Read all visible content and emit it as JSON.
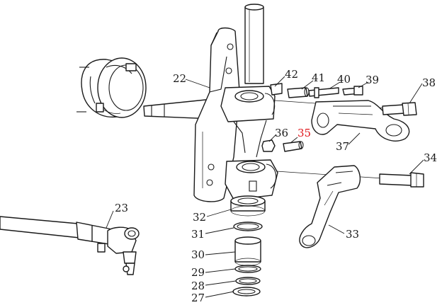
{
  "labels": {
    "p22": "22",
    "p23": "23",
    "p27": "27",
    "p28": "28",
    "p29": "29",
    "p30": "30",
    "p31": "31",
    "p32": "32",
    "p33": "33",
    "p34": "34",
    "p35": "35",
    "p36": "36",
    "p37": "37",
    "p38": "38",
    "p39": "39",
    "p40": "40",
    "p41": "41",
    "p42": "42"
  },
  "colors": {
    "line": "#1a1a1a",
    "highlight": "#e0161b",
    "background": "#ffffff"
  }
}
